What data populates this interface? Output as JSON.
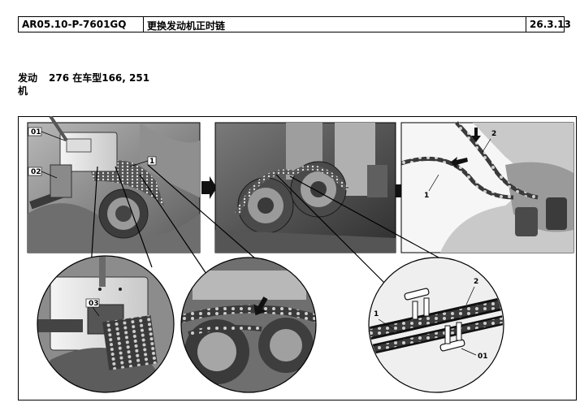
{
  "header": {
    "doc_code": "AR05.10-P-7601GQ",
    "title": "更换发动机正时链",
    "date": "26.3.13"
  },
  "engine": {
    "label_line1": "发动",
    "label_line2": "机",
    "value": "276 在车型166, 251"
  },
  "figure": {
    "callouts": {
      "panel1_01": "01",
      "panel1_02": "02",
      "panel1_1": "1",
      "panel3_2": "2",
      "panel3_1": "1",
      "detail1_03": "03",
      "detail3_1": "1",
      "detail3_2": "2",
      "detail3_01": "01"
    },
    "icons": [
      "arrow-right-icon",
      "arrow-right-icon",
      "arrow-down-icon",
      "arrow-left-icon"
    ]
  }
}
